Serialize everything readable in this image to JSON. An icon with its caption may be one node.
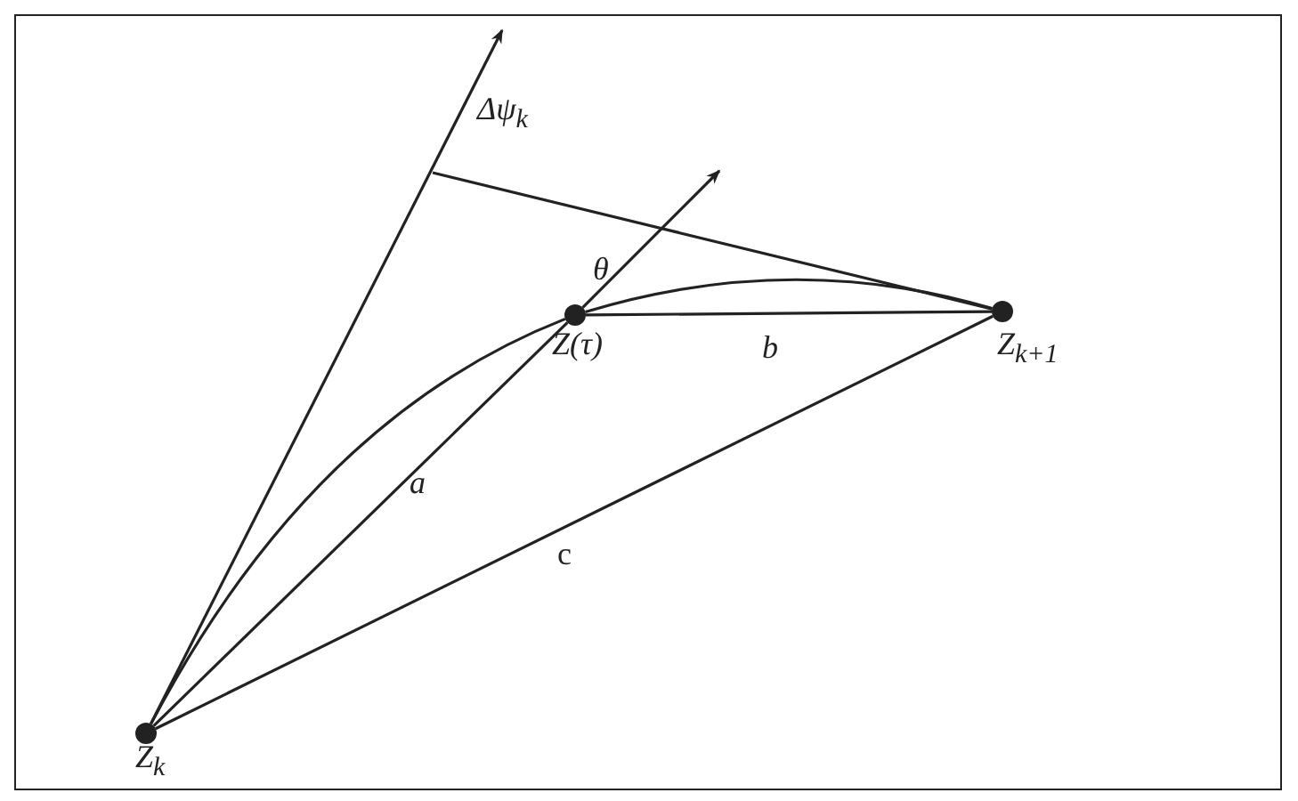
{
  "diagram": {
    "nodes": [
      {
        "text": [],
        "shape": "circle",
        "beside": [
          "Z$_{k}$"
        ]
      },
      {
        "text": [],
        "shape": "circle",
        "beside": [
          "Z(τ)"
        ]
      },
      {
        "text": [],
        "shape": "circle",
        "beside": [
          "Z$_{k+1}$"
        ]
      }
    ],
    "edges": [
      {
        "from": 0,
        "to": 1,
        "arrow": "none",
        "label": "a"
      },
      {
        "from": 1,
        "to": 2,
        "arrow": "none",
        "label": "b"
      },
      {
        "from": 0,
        "to": 2,
        "arrow": "none",
        "label": "c"
      },
      {
        "from": 0,
        "to": 1,
        "arrow": "none"
      },
      {
        "from": 1,
        "to": 2,
        "arrow": "none"
      },
      {
        "from": 0,
        "to": null,
        "arrow": "to"
      },
      {
        "from": 1,
        "to": null,
        "arrow": "to"
      },
      {
        "from": 2,
        "to": null,
        "arrow": "none"
      }
    ],
    "labels": [
      "Δψ$_{k}$",
      "θ"
    ]
  }
}
